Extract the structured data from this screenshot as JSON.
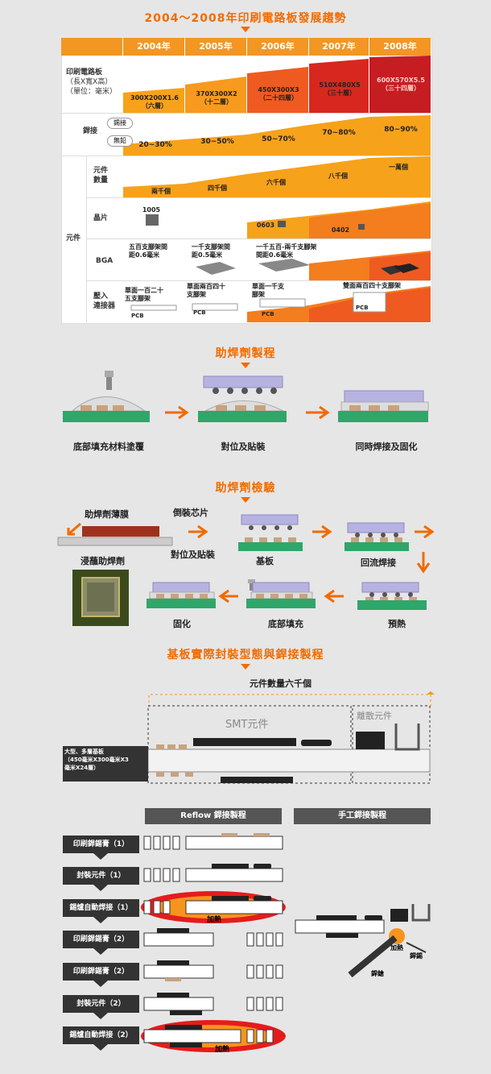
{
  "section1": {
    "title": "2004～2008年印刷電路板發展趨勢",
    "years": [
      "2004年",
      "2005年",
      "2006年",
      "2007年",
      "2008年"
    ],
    "pcb_label": [
      "印刷電路板",
      "（長X寬X高）",
      "（單位：毫米）"
    ],
    "pcb_sizes": [
      {
        "size": "300X200X1.6",
        "layers": "（六層）"
      },
      {
        "size": "370X300X2",
        "layers": "（十二層）"
      },
      {
        "size": "450X300X3",
        "layers": "（二十四層）"
      },
      {
        "size": "510X480X5",
        "layers": "（三十層）"
      },
      {
        "size": "600X570X5.5",
        "layers": "（三十四層）"
      }
    ],
    "solder_label": "銲接",
    "solder_tags": [
      "錫接",
      "無鉛"
    ],
    "solder_values": [
      "20~30%",
      "30~50%",
      "50~70%",
      "70~80%",
      "80~90%"
    ],
    "component_label": "元件",
    "count_label": [
      "元件",
      "數量"
    ],
    "count_values": [
      "兩千個",
      "四千個",
      "六千個",
      "八千個",
      "一萬個"
    ],
    "chip_label": "晶片",
    "chip_values": [
      "1005",
      "0603",
      "0402"
    ],
    "bga_label": "BGA",
    "bga_values": [
      {
        "line1": "五百支腳架間",
        "line2": "距0.6毫米"
      },
      {
        "line1": "一千支腳架間",
        "line2": "距0.5毫米"
      },
      {
        "line1": "一千五百-兩千支腳架",
        "line2": "間距0.6毫米"
      }
    ],
    "conn_label": [
      "壓入",
      "連接器"
    ],
    "conn_values": [
      {
        "line1": "單面一百二十",
        "line2": "五支腳架"
      },
      {
        "line1": "單面兩百四十",
        "line2": "支腳架"
      },
      {
        "line1": "單面一千支",
        "line2": "腳架"
      },
      {
        "line1": "雙面兩百四十支腳架",
        "line2": ""
      }
    ],
    "pcb_tag": "PCB"
  },
  "section2": {
    "title": "助焊劑製程",
    "captions": [
      "底部填充材料塗覆",
      "對位及貼裝",
      "同時焊接及固化"
    ]
  },
  "section3": {
    "title": "助焊劑檢驗",
    "labels": {
      "film": "助焊劑薄膜",
      "flip": "倒裝芯片",
      "dip": "浸蘸助焊劑",
      "align": "對位及貼裝",
      "substrate": "基板",
      "reflow": "回流焊接",
      "cure": "固化",
      "underfill": "底部填充",
      "preheat": "預熱"
    }
  },
  "section4": {
    "title": "基板實際封裝型態與銲接製程",
    "count": "元件數量六千個",
    "smt": "SMT元件",
    "discrete": "離散元件",
    "board": [
      "大型、多層基板",
      "（450毫米X300毫米X3",
      "毫米X24層）"
    ],
    "reflow_bar": "Reflow 銲接製程",
    "manual_bar": "手工銲接製程",
    "steps": [
      "印刷銲錫膏（1）",
      "封裝元件（1）",
      "錫爐自動焊接（1）",
      "印刷銲錫膏（2）",
      "印刷銲錫膏（2）",
      "封裝元件（2）",
      "錫爐自動焊接（2）"
    ],
    "heat": "加熱",
    "iron": "銲鎗",
    "solder_wire": "銲錫"
  },
  "colors": {
    "accent": "#f06b00",
    "orange": "#f7941d",
    "red": "#d4201f",
    "dark": "#333333"
  }
}
